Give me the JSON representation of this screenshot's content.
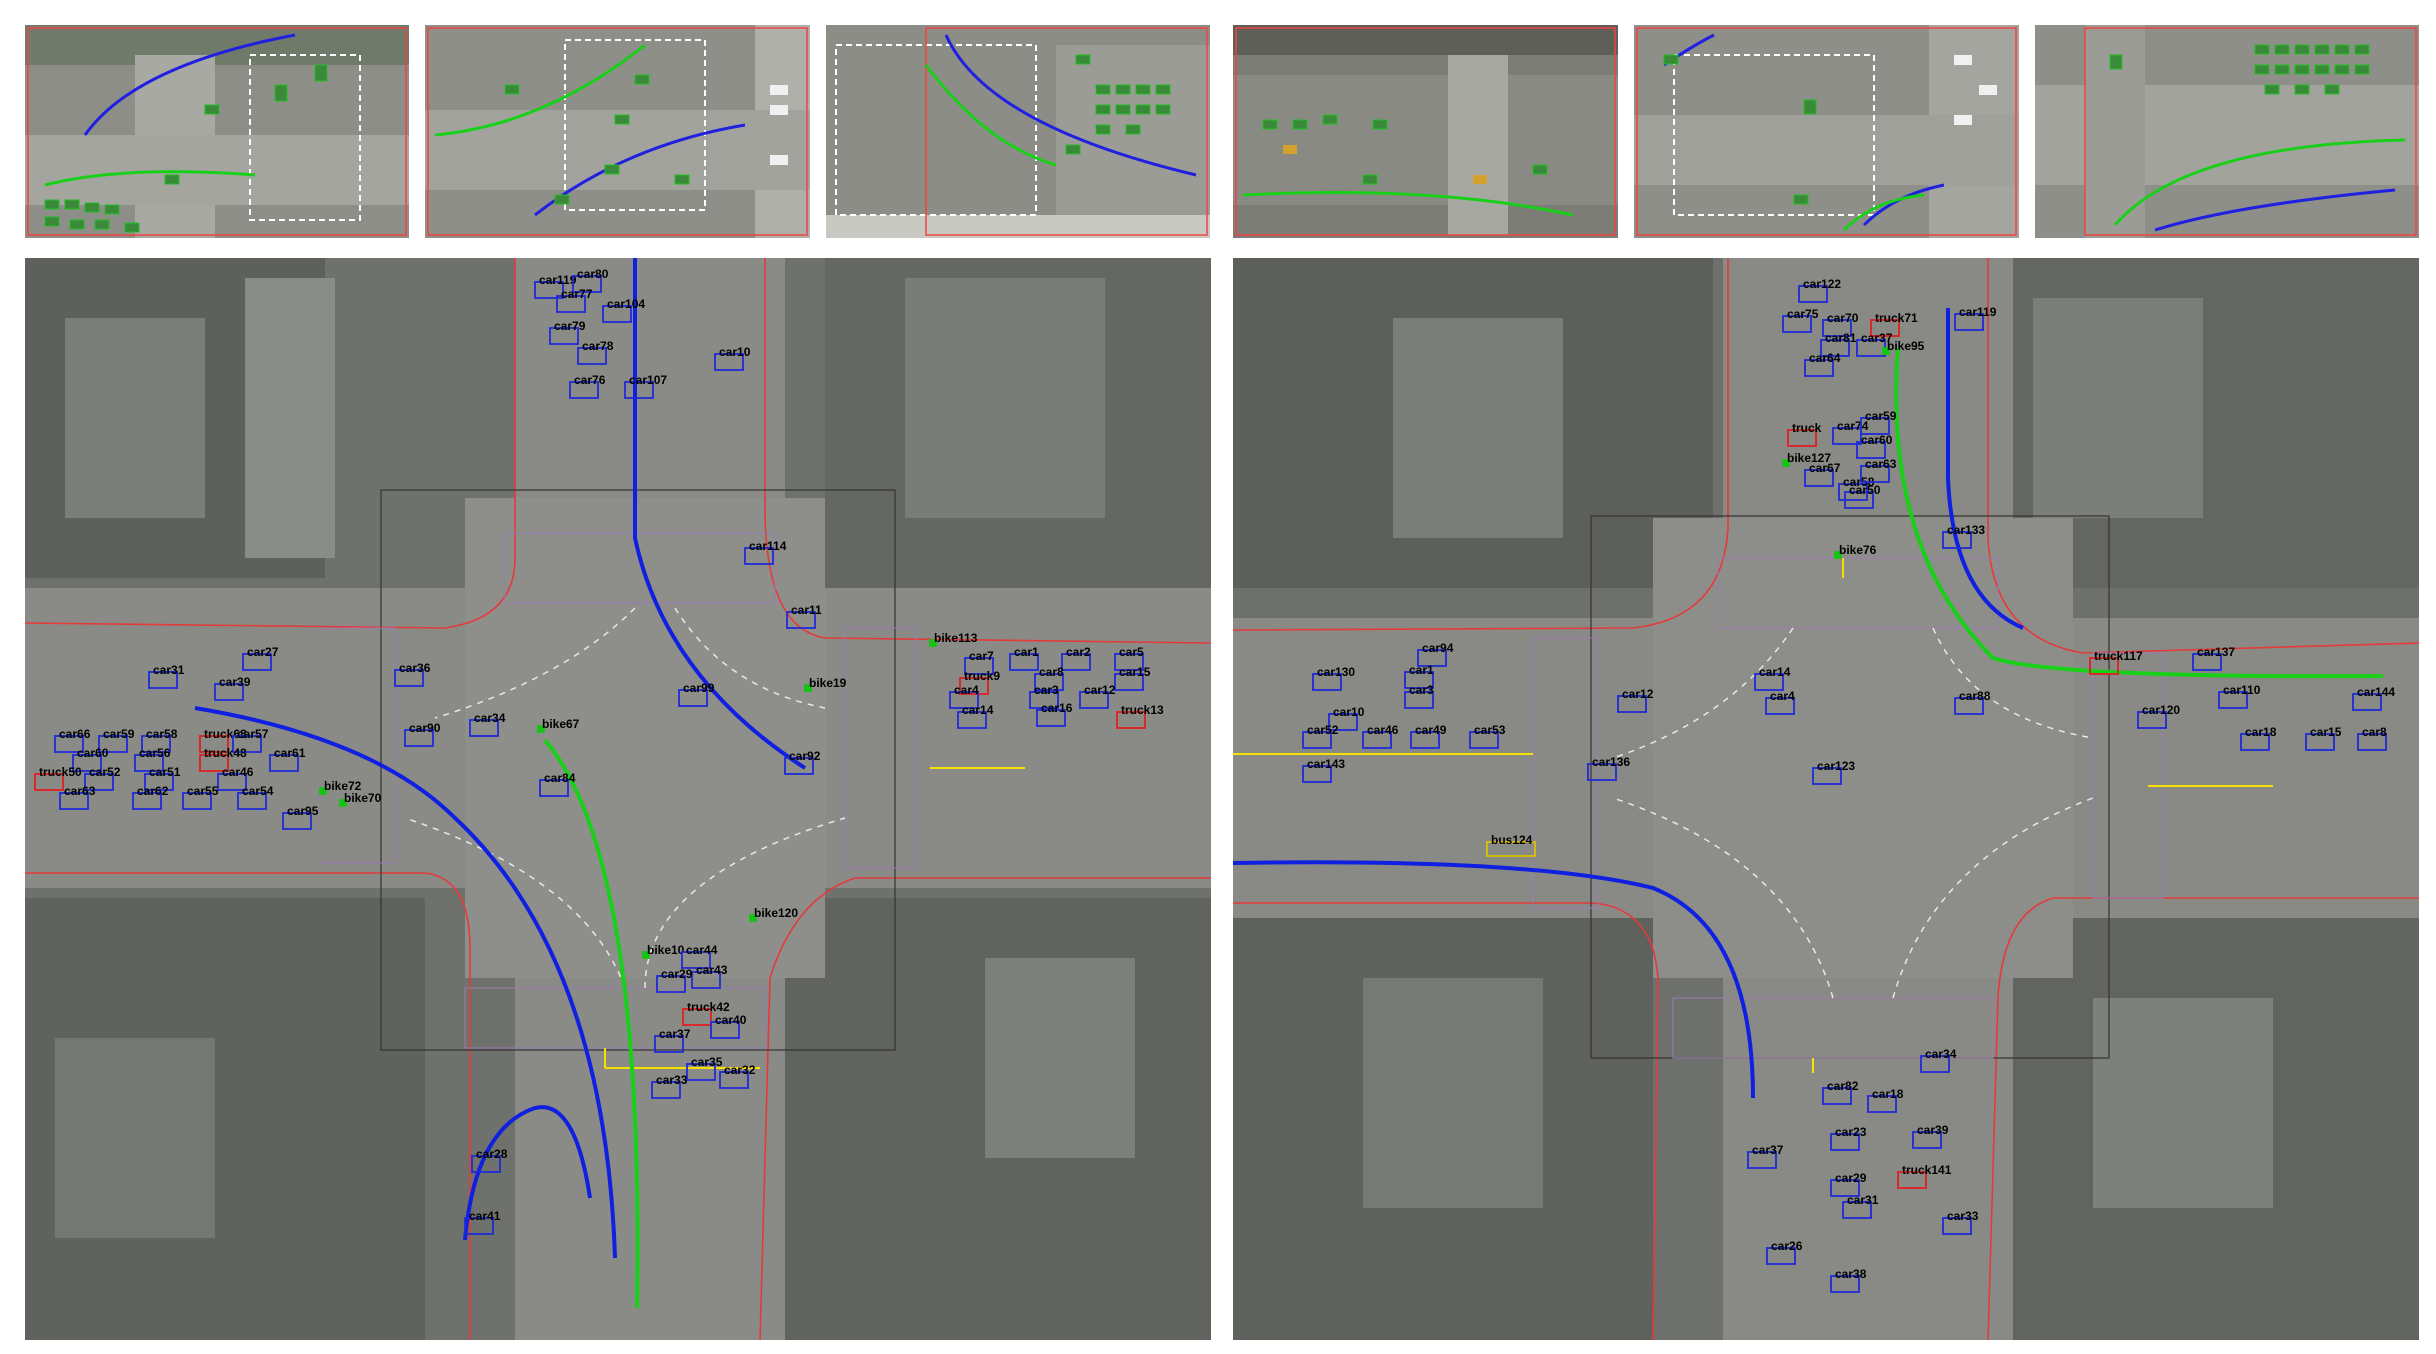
{
  "thumbnails": [
    {
      "id": "t1"
    },
    {
      "id": "t2"
    },
    {
      "id": "t3"
    },
    {
      "id": "t4"
    },
    {
      "id": "t5"
    },
    {
      "id": "t6"
    }
  ],
  "colors": {
    "car": "#1f2bd6",
    "truck": "#e02020",
    "bike": "#16c416",
    "bus": "#d8c400",
    "track_blue": "#1020e0",
    "track_green": "#18d018",
    "road_edge": "#e53a3a",
    "lane_mark": "#f5e000"
  },
  "left_map": {
    "labels": [
      "car119",
      "car80",
      "car77",
      "car104",
      "car79",
      "car78",
      "car76",
      "car107",
      "car10",
      "car114",
      "car11",
      "bike113",
      "car7",
      "car1",
      "car2",
      "car5",
      "truck9",
      "car8",
      "car15",
      "car4",
      "car3",
      "car12",
      "car14",
      "car16",
      "truck13",
      "car27",
      "car31",
      "car39",
      "car36",
      "car34",
      "car90",
      "bike67",
      "car99",
      "bike19",
      "car92",
      "car84",
      "car66",
      "car59",
      "car58",
      "truck68",
      "car57",
      "car60",
      "car56",
      "truck48",
      "car61",
      "truck50",
      "car52",
      "car51",
      "car46",
      "car63",
      "car62",
      "car55",
      "car54",
      "bike72",
      "bike70",
      "car95",
      "bike120",
      "bike10",
      "car44",
      "car43",
      "car29",
      "truck42",
      "car40",
      "car37",
      "car35",
      "car32",
      "car33",
      "car28",
      "car41"
    ]
  },
  "right_map": {
    "labels": [
      "car122",
      "car75",
      "car70",
      "truck71",
      "car81",
      "car37",
      "car64",
      "bike95",
      "car119",
      "truck",
      "car74",
      "car59",
      "car60",
      "bike127",
      "car67",
      "car58",
      "car63",
      "car50",
      "car133",
      "bike76",
      "car94",
      "car1",
      "car130",
      "car3",
      "car14",
      "car4",
      "car12",
      "car88",
      "truck117",
      "car137",
      "car10",
      "car120",
      "car110",
      "car144",
      "car52",
      "car46",
      "car49",
      "car53",
      "car18",
      "car15",
      "car8",
      "car143",
      "car136",
      "car123",
      "bus124",
      "car34",
      "car82",
      "car37",
      "car18",
      "car23",
      "car39",
      "car29",
      "truck141",
      "car31",
      "car33",
      "car26",
      "car38"
    ]
  }
}
